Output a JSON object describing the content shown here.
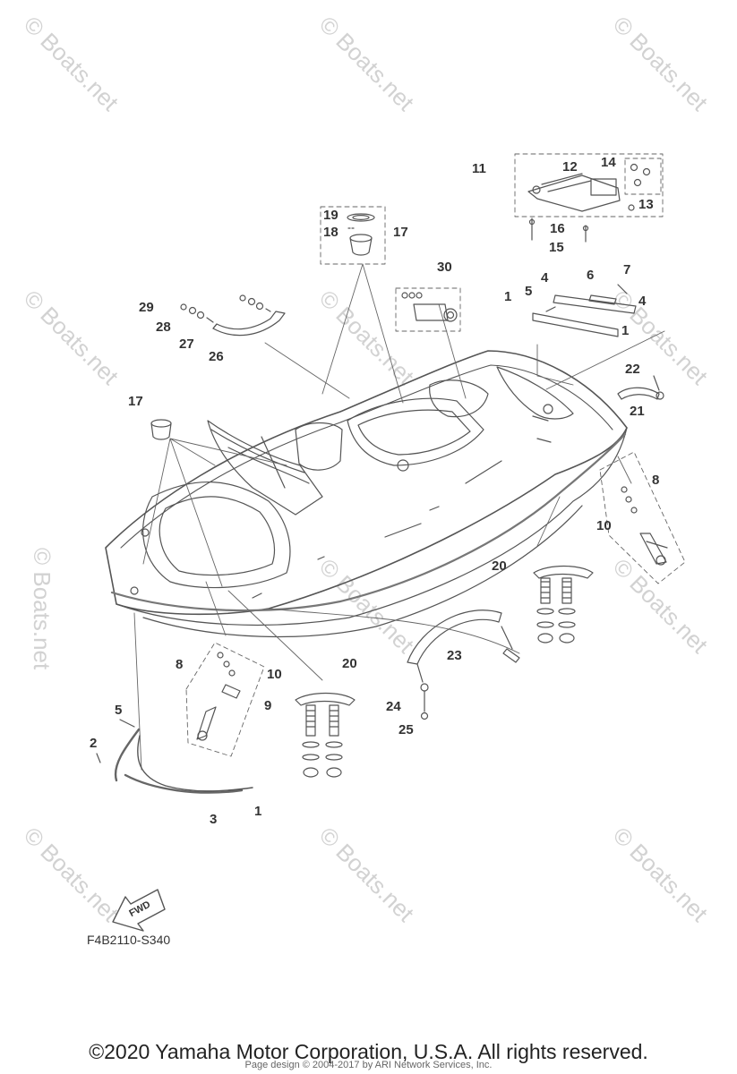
{
  "watermark": "© Boats.net",
  "diagram_code": "F4B2110-S340",
  "fwd_label": "FWD",
  "copyright": "©2020 Yamaha Motor Corporation, U.S.A. All rights reserved.",
  "page_design": "Page design © 2004-2017 by ARI Network Services, Inc.",
  "callouts": {
    "c1a": "1",
    "c1b": "1",
    "c1c": "1",
    "c2": "2",
    "c3": "3",
    "c4a": "4",
    "c4b": "4",
    "c5a": "5",
    "c5b": "5",
    "c6": "6",
    "c7": "7",
    "c8a": "8",
    "c8b": "8",
    "c9": "9",
    "c10a": "10",
    "c10b": "10",
    "c11": "11",
    "c12": "12",
    "c13": "13",
    "c14": "14",
    "c15": "15",
    "c16": "16",
    "c17a": "17",
    "c17b": "17",
    "c18": "18",
    "c19": "19",
    "c20a": "20",
    "c20b": "20",
    "c21": "21",
    "c22": "22",
    "c23": "23",
    "c24": "24",
    "c25": "25",
    "c26": "26",
    "c27": "27",
    "c28": "28",
    "c29": "29",
    "c30": "30"
  }
}
